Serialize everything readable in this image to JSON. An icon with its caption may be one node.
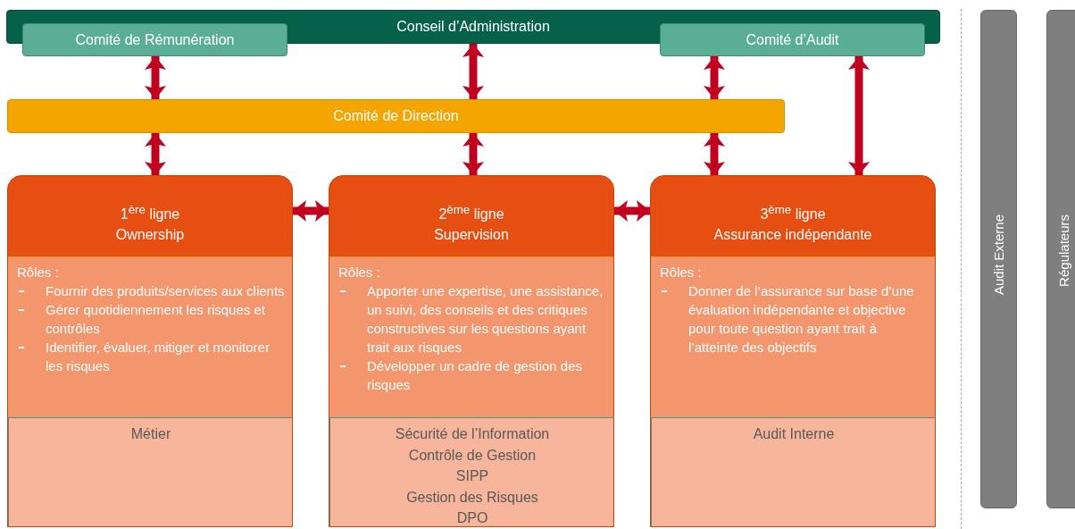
{
  "diagram": {
    "nodes": [
      {
        "text": [
          "Conseil d’Administration"
        ]
      },
      {
        "text": [
          "Comité de Rémunération"
        ]
      },
      {
        "text": [
          "Comité d’Audit"
        ]
      },
      {
        "text": [
          "Comité de Direction"
        ]
      },
      {
        "text": [
          "1$^{ère}$ ligne",
          "Ownership"
        ]
      },
      {
        "text": [
          "Rôles :",
          "Fournir des produits/services aux clients",
          "Gérer quotidiennement les risques et contrôles",
          "Identifier, évaluer, mitiger et monitorer les risques"
        ],
        "in": 4
      },
      {
        "text": [
          "Métier"
        ],
        "in": 4
      },
      {
        "text": [
          "2$^{ème}$ ligne",
          "Supervision"
        ]
      },
      {
        "text": [
          "Rôles :",
          "Apporter une expertise, une assistance, un suivi, des conseils et des critiques constructives sur les questions ayant trait aux risques",
          "Développer un cadre de gestion des risques"
        ],
        "in": 7
      },
      {
        "text": [
          "Sécurité de l’Information",
          "Contrôle de Gestion",
          "SIPP",
          "Gestion des Risques",
          "DPO"
        ],
        "in": 7
      },
      {
        "text": [
          "3$^{ème}$ ligne",
          "Assurance indépendante"
        ]
      },
      {
        "text": [
          "Rôles :",
          "Donner de l’assurance sur base d’une évaluation indépendante et objective pour toute question ayant trait à l’atteinte des objectifs"
        ],
        "in": 10
      },
      {
        "text": [
          "Audit Interne"
        ],
        "in": 10
      },
      {
        "text": [
          "Audit Externe"
        ]
      },
      {
        "text": [
          "Régulateurs"
        ]
      }
    ],
    "edges": [
      {
        "from": 1,
        "to": 3,
        "arrow": "both"
      },
      {
        "from": 0,
        "to": 3,
        "arrow": "both"
      },
      {
        "from": 2,
        "to": 3,
        "arrow": "both"
      },
      {
        "from": 2,
        "to": 10,
        "arrow": "both"
      },
      {
        "from": 3,
        "to": 4,
        "arrow": "both"
      },
      {
        "from": 3,
        "to": 7,
        "arrow": "both"
      },
      {
        "from": 3,
        "to": 10,
        "arrow": "both"
      },
      {
        "from": 4,
        "to": 7,
        "arrow": "both"
      },
      {
        "from": 7,
        "to": 10,
        "arrow": "both"
      }
    ]
  }
}
